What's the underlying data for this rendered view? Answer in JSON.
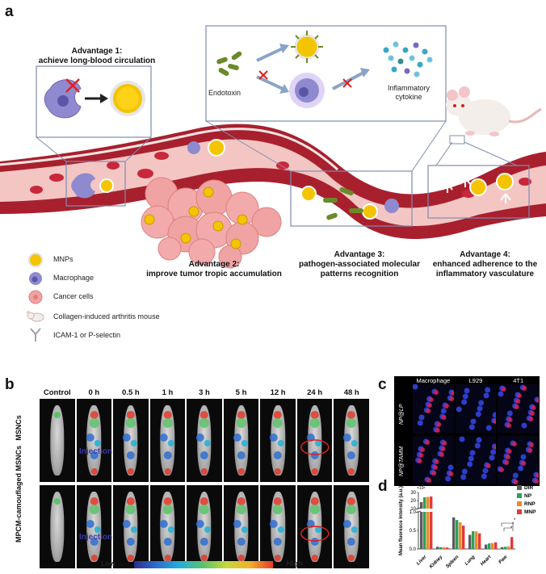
{
  "panel_a": {
    "letter": "a",
    "adv1_title": "Advantage 1:",
    "adv1_sub": "achieve long-blood circulation",
    "adv2_title": "Advantage 2:",
    "adv2_sub": "improve tumor tropic accumulation",
    "adv3_title": "Advantage 3:",
    "adv3_sub1": "pathogen-associated molecular",
    "adv3_sub2": "patterns recognition",
    "adv4_title": "Advantage 4:",
    "adv4_sub1": "enhanced adherence to the",
    "adv4_sub2": "inflammatory vasculature",
    "endotoxin": "Endotoxin",
    "cytokine1": "Inflammatory",
    "cytokine2": "cytokine",
    "legend": [
      {
        "label": "MNPs",
        "icon": "mnp-icon"
      },
      {
        "label": "Macrophage",
        "icon": "macrophage-icon"
      },
      {
        "label": "Cancer cells",
        "icon": "cancer-cell-icon"
      },
      {
        "label": "Collagen-induced arthritis mouse",
        "icon": "mouse-icon"
      },
      {
        "label": "ICAM-1 or P-selectin",
        "icon": "receptor-icon"
      }
    ],
    "colors": {
      "vessel": "#b02a35",
      "vessel_inner": "#f4c7c3",
      "mnp": "#f5c400",
      "macrophage": "#8f8ad0",
      "cancer": "#f0a0a0"
    }
  },
  "panel_b": {
    "letter": "b",
    "columns": [
      "Control",
      "0 h",
      "0.5 h",
      "1 h",
      "3 h",
      "5 h",
      "12 h",
      "24 h",
      "48 h"
    ],
    "row1": "MSNCs",
    "row2": "MPCM-camouflaged MSNCs",
    "injection": "Injection",
    "low": "Low",
    "high": "High"
  },
  "panel_c": {
    "letter": "c",
    "columns": [
      "Macrophage",
      "L929",
      "4T1"
    ],
    "rows": [
      "NP@LP",
      "NP@TAMM"
    ]
  },
  "chart_data": {
    "type": "bar",
    "panel_letter": "d",
    "ylabel": "Mean fluoresce intensity (a.u.)",
    "y_exponent": "×10⁶",
    "categories": [
      "Liver",
      "Kidney",
      "Spleen",
      "Lung",
      "Heart",
      "Paw"
    ],
    "series": [
      {
        "name": "DIR",
        "color": "#5a5a5a",
        "values": [
          18.0,
          0.06,
          0.85,
          0.38,
          0.12,
          0.05
        ]
      },
      {
        "name": "NP",
        "color": "#2e9e5a",
        "values": [
          24.0,
          0.05,
          0.78,
          0.48,
          0.15,
          0.06
        ]
      },
      {
        "name": "RNP",
        "color": "#f08a24",
        "values": [
          24.5,
          0.05,
          0.72,
          0.47,
          0.16,
          0.07
        ]
      },
      {
        "name": "MNP",
        "color": "#e23a3a",
        "values": [
          25.0,
          0.04,
          0.63,
          0.42,
          0.18,
          0.32
        ]
      }
    ],
    "ylim_lower": [
      0,
      1.0
    ],
    "ylim_upper": [
      10,
      30
    ],
    "yticks_lower": [
      "0.0",
      "0.5",
      "1.0"
    ],
    "yticks_upper": [
      "10",
      "20",
      "30"
    ],
    "significance": [
      "*",
      "*",
      "*"
    ]
  }
}
